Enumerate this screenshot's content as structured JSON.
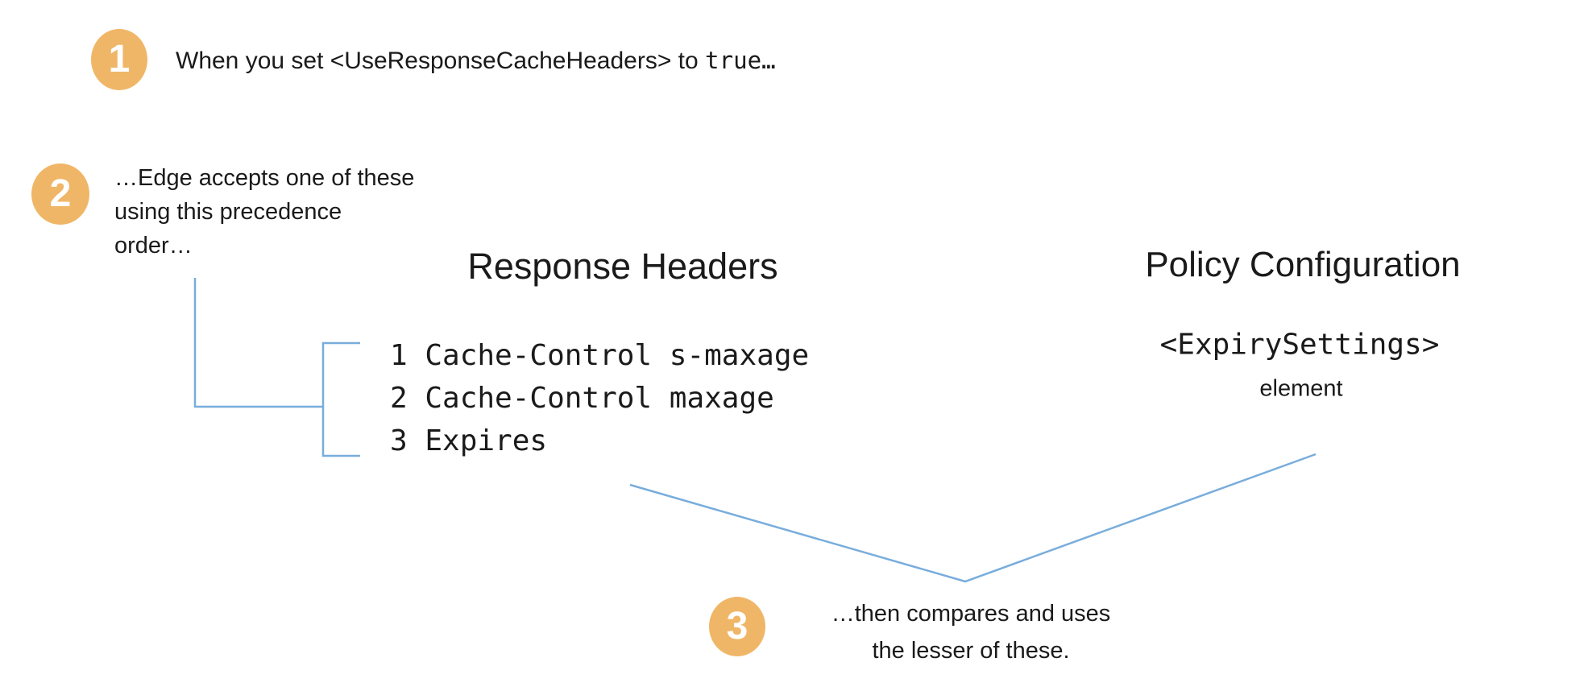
{
  "colors": {
    "step_badge": "#f0b667",
    "connector": "#78addc",
    "text": "#1a1a1a"
  },
  "steps": [
    {
      "number": "1",
      "text_prefix": "When you set <UseResponseCacheHeaders> to ",
      "text_code": "true…"
    },
    {
      "number": "2",
      "lines": [
        "…Edge accepts one of these",
        "using this precedence",
        "order…"
      ]
    },
    {
      "number": "3",
      "lines": [
        "…then compares and uses",
        "the lesser of these."
      ]
    }
  ],
  "columns": {
    "response_headers": {
      "title": "Response Headers",
      "items": [
        "1 Cache-Control s-maxage",
        "2 Cache-Control maxage",
        "3 Expires"
      ]
    },
    "policy_configuration": {
      "title": "Policy Configuration",
      "code": "<ExpirySettings>",
      "caption": "element"
    }
  }
}
